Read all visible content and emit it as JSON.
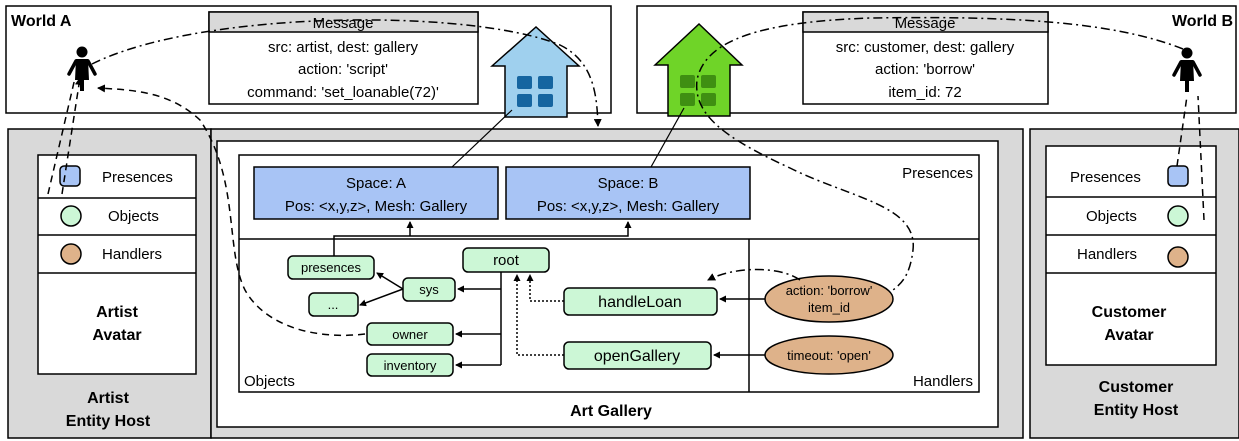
{
  "colors": {
    "host_bg": "#d9d9d9",
    "presence_fill": "#a8c4f5",
    "object_fill": "#ccf7d6",
    "handler_fill": "#deb28a",
    "message_header": "#d9d9d9",
    "house_blue": "#9fd0ee",
    "house_blue_window": "#1565a0",
    "house_green": "#6fd428",
    "house_green_window": "#3f8f12"
  },
  "icons": {
    "user_left": "person-icon",
    "user_right": "person-icon",
    "house_left": "house-icon",
    "house_right": "house-icon"
  },
  "world_a": {
    "title": "World A",
    "message": {
      "header": "Message",
      "lines": [
        "src: artist, dest: gallery",
        "action: 'script'",
        "command: 'set_loanable(72)'"
      ]
    }
  },
  "world_b": {
    "title": "World B",
    "message": {
      "header": "Message",
      "lines": [
        "src: customer, dest: gallery",
        "action: 'borrow'",
        "item_id: 72"
      ]
    }
  },
  "artist_host": {
    "title_lines": [
      "Artist",
      "Entity Host"
    ],
    "avatar_lines": [
      "Artist",
      "Avatar"
    ],
    "rows": [
      "Presences",
      "Objects",
      "Handlers"
    ]
  },
  "customer_host": {
    "title_lines": [
      "Customer",
      "Entity Host"
    ],
    "avatar_lines": [
      "Customer",
      "Avatar"
    ],
    "rows": [
      "Presences",
      "Objects",
      "Handlers"
    ]
  },
  "gallery": {
    "title": "Art Gallery",
    "presences_label": "Presences",
    "objects_label": "Objects",
    "handlers_label": "Handlers",
    "space_a": [
      "Space: A",
      "Pos: <x,y,z>, Mesh: Gallery"
    ],
    "space_b": [
      "Space: B",
      "Pos: <x,y,z>, Mesh: Gallery"
    ],
    "objects": {
      "presences": "presences",
      "ellipsis": "...",
      "sys": "sys",
      "root": "root",
      "owner": "owner",
      "inventory": "inventory",
      "handle_loan": "handleLoan",
      "open_gallery": "openGallery"
    },
    "handlers": {
      "borrow": [
        "action: 'borrow'",
        "item_id"
      ],
      "timeout": "timeout: 'open'"
    }
  }
}
